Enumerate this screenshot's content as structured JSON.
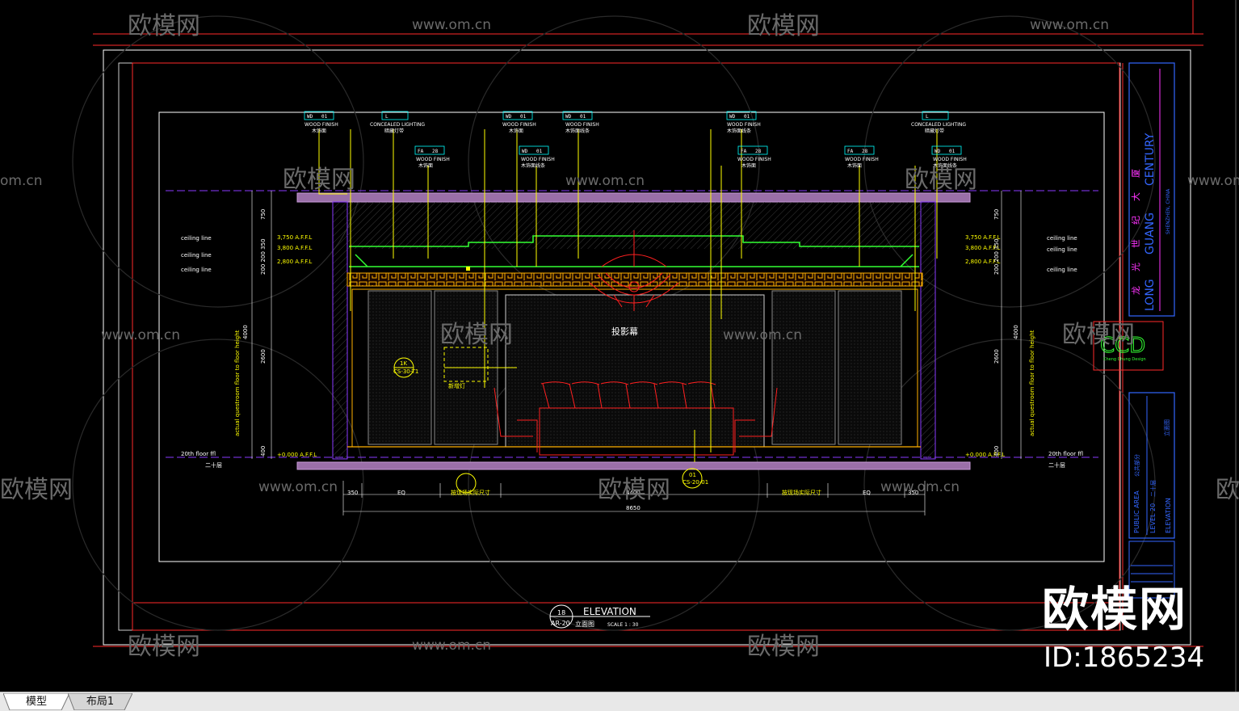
{
  "tabs": {
    "model": "模型",
    "layout1": "布局1"
  },
  "watermark": {
    "site": "www.om.cn",
    "site_partial": "om.cn",
    "brand": "欧模网",
    "big_brand": "欧模网",
    "id": "ID:1865234"
  },
  "title_block": {
    "project_cn": "龙光世纪大厦",
    "project_en_top": "CENTURY",
    "project_en_mid": "GUANG",
    "project_en_bot": "LONG",
    "location": "SHENZHEN, CHINA",
    "logo": "CCD",
    "logo_sub": "Cheng Chung Design",
    "area": "PUBLIC AREA",
    "area_cn": "公共部分",
    "level": "LEVEL 20",
    "level_cn": "二十层",
    "sheet": "ELEVATION",
    "sheet_cn": "立面图"
  },
  "drawing_title": {
    "num": "18",
    "ref": "AR-20",
    "name": "ELEVATION",
    "name_cn": "立面图",
    "scale": "SCALE 1 :   30"
  },
  "annotations": {
    "wood_finish": "WOOD FINISH",
    "concealed_lighting": "CONCEALED LIGHTING",
    "wd": "WD",
    "fa": "FA",
    "l": "L",
    "wd_code": "01",
    "fa_code": "28",
    "cn_wood": "木饰面",
    "cn_wood_line": "木饰面线条",
    "cn_light": "暗藏灯带",
    "ceiling_line": "ceiling line",
    "floor_ffl": "20th floor ffl",
    "floor_cn": "二十层",
    "vertical_left": "actual questroom floor to floor height",
    "lev1": "3,750 A.F.F.L",
    "lev2": "3,800 A.F.F.L",
    "lev3": "2,800 A.F.F.L",
    "lev0": "+0.000 A.F.F.L",
    "room_label": "投影幕",
    "dim_total": "8650",
    "dim_mid": "4400",
    "dim_eq": "EQ",
    "dim_side": "350",
    "dim_v1": "750",
    "dim_v2": "2600",
    "dim_v3": "4000",
    "dim_v4": "400",
    "dim_small": "200 200 350",
    "sec1": "1K",
    "sec1b": "CS-30-T1",
    "sec2": "01",
    "sec2b": "CS-20-01",
    "center_note": "按现场实际尺寸",
    "small_note": "新增灯"
  }
}
